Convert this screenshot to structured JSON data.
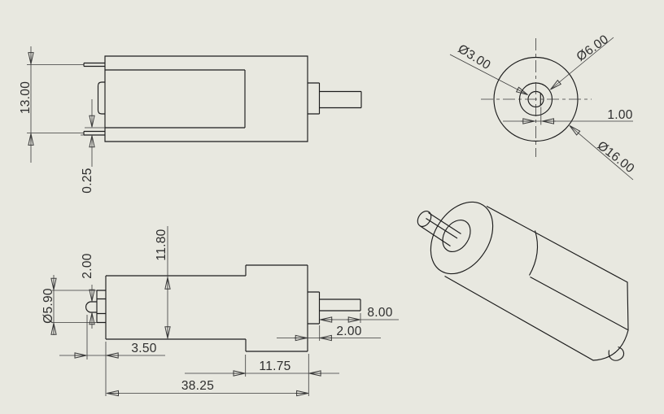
{
  "colors": {
    "background": "#e8e8e0",
    "part_lines": "#1c1c1c",
    "dimension_lines": "#3a3a3a",
    "dimension_text": "#2e2e2e"
  },
  "dims": {
    "body_height": "13.00",
    "terminal_offset": "0.25",
    "shaft_dia": "Ø3.00",
    "bearing_dia": "Ø6.00",
    "shaft_flat": "1.00",
    "gearbox_dia": "Ø16.00",
    "can_width": "11.80",
    "terminal_width": "2.00",
    "bushing_dia": "Ø5.90",
    "bushing_len": "3.50",
    "shaft_len": "8.00",
    "boss_len": "2.00",
    "gearbox_len": "11.75",
    "overall_len": "38.25"
  }
}
